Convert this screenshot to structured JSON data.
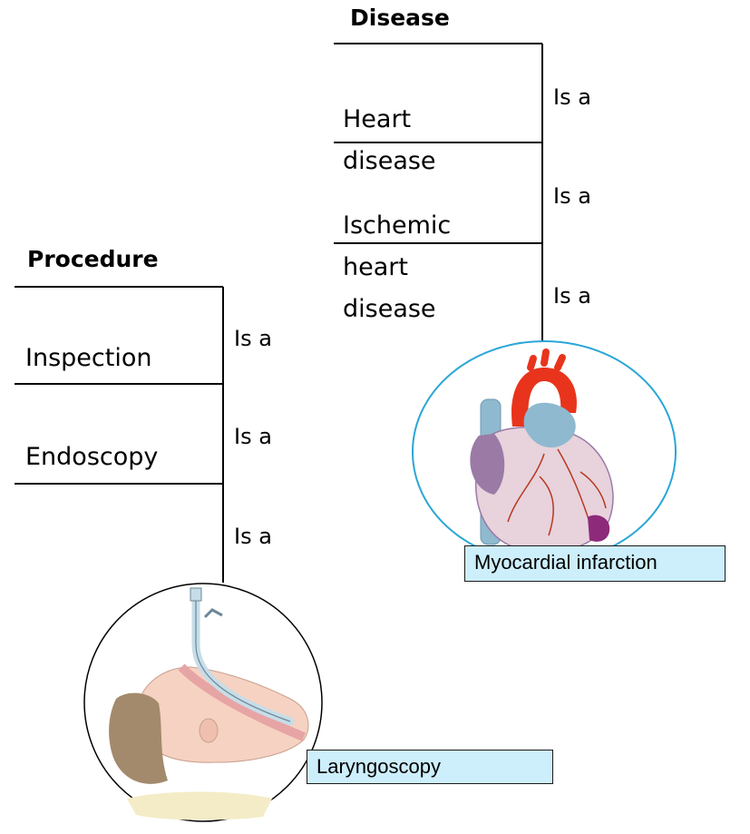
{
  "disease_tree": {
    "root": "Disease",
    "nodes": [
      "Heart\ndisease",
      "Ischemic\nheart\ndisease"
    ],
    "relations": [
      "Is a",
      "Is a",
      "Is a"
    ],
    "leaf": "Myocardial infarction",
    "illustration": "heart-illustration"
  },
  "procedure_tree": {
    "root": "Procedure",
    "nodes": [
      "Inspection",
      "Endoscopy"
    ],
    "relations": [
      "Is a",
      "Is a",
      "Is a"
    ],
    "leaf": "Laryngoscopy",
    "illustration": "intubation-illustration"
  },
  "colors": {
    "heart_circle_stroke": "#2aa6d6",
    "label_fill": "#cdeefb",
    "aorta_red": "#e8341c",
    "vessel_blue": "#8fb9cf",
    "heart_muscle": "#e8d2dc",
    "heart_purple": "#9b7aa6",
    "skin": "#f6d2c2",
    "hair": "#a38a6d"
  }
}
